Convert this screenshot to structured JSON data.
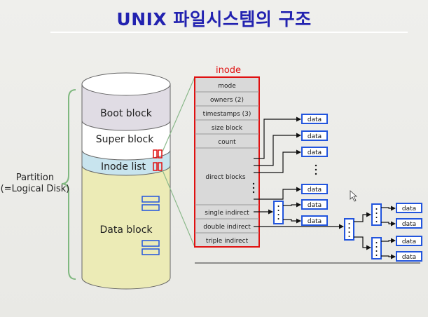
{
  "title": "UNIX 파일시스템의 구조",
  "partition_label": [
    "Partition",
    "(=Logical Disk)"
  ],
  "disk_blocks": {
    "boot": "Boot block",
    "super": "Super block",
    "inode_list": "Inode list",
    "data": "Data block"
  },
  "inode": {
    "title": "inode",
    "fields": [
      "mode",
      "owners (2)",
      "timestamps (3)",
      "size block",
      "count",
      "direct blocks",
      "single indirect",
      "double indirect",
      "triple indirect"
    ]
  },
  "data_label": "data",
  "colors": {
    "title": "#2222b0",
    "inode_border": "#e01010",
    "data_box_border": "#2255dd",
    "inode_list_band": "#c8e4ee",
    "data_band": "#ecebb6",
    "boot_band": "#e0dce4"
  }
}
